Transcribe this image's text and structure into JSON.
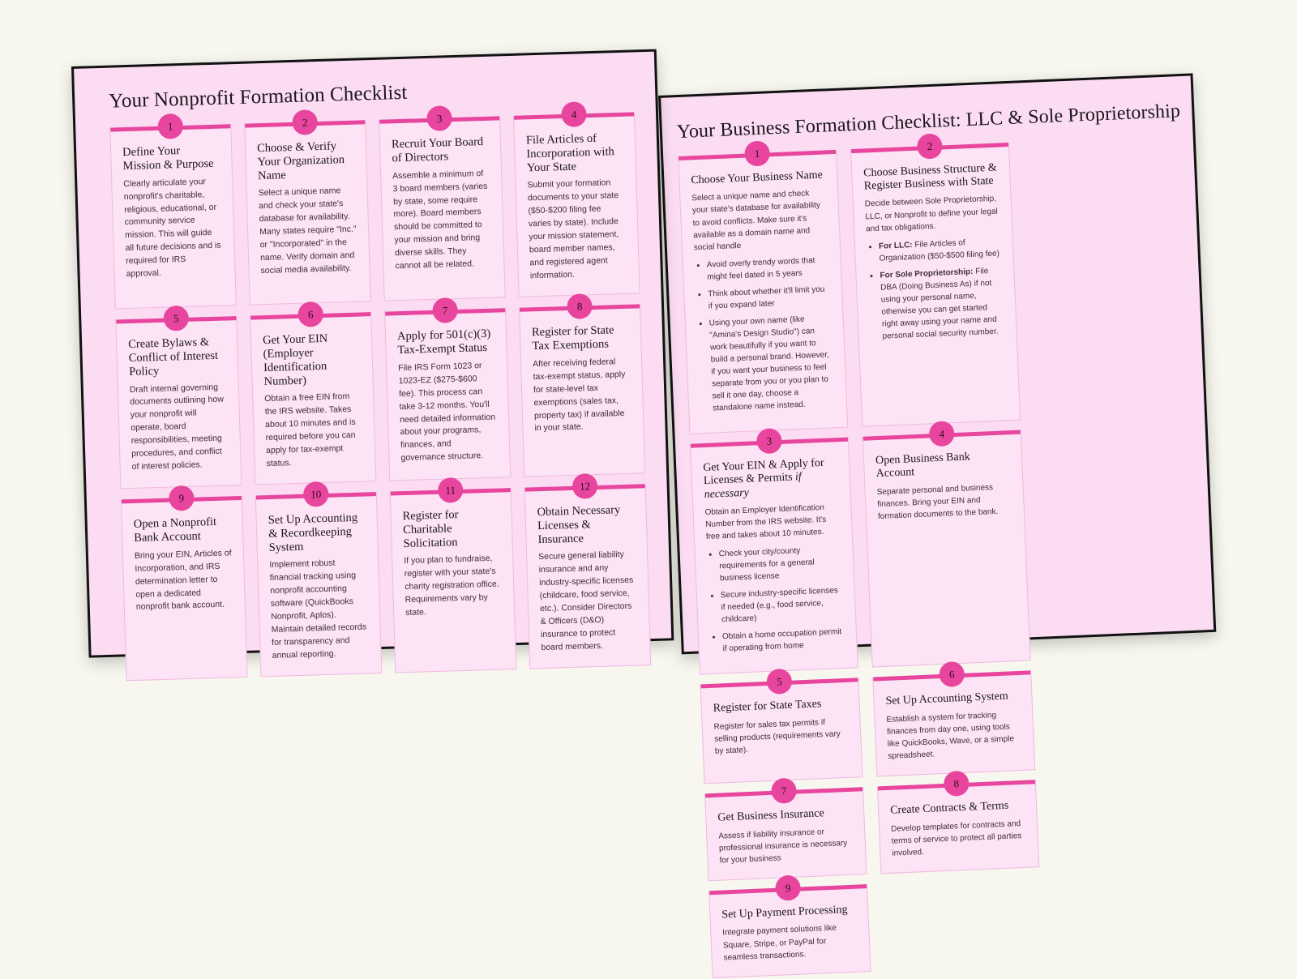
{
  "canvas": {
    "background_color": "#f7f7ef",
    "sheet_background": "#fbdcf2",
    "card_background": "#fce3f5",
    "accent_color": "#e8459e",
    "border_color": "#121212"
  },
  "nonprofit_sheet": {
    "title": "Your Nonprofit Formation Checklist",
    "cards": [
      {
        "number": "1",
        "title": "Define Your Mission & Purpose",
        "body": "Clearly articulate your nonprofit's charitable, religious, educational, or community service mission. This will guide all future decisions and is required for IRS approval."
      },
      {
        "number": "2",
        "title": "Choose & Verify Your Organization Name",
        "body": "Select a unique name and check your state's database for availability. Many states require \"Inc.\" or \"Incorporated\" in the name. Verify domain and social media availability."
      },
      {
        "number": "3",
        "title": "Recruit Your Board of Directors",
        "body": "Assemble a minimum of 3 board members (varies by state, some require more). Board members should be committed to your mission and bring diverse skills. They cannot all be related."
      },
      {
        "number": "4",
        "title": "File Articles of Incorporation with Your State",
        "body": "Submit your formation documents to your state ($50-$200 filing fee varies by state). Include your mission statement, board member names, and registered agent information."
      },
      {
        "number": "5",
        "title": "Create Bylaws & Conflict of Interest Policy",
        "body": "Draft internal governing documents outlining how your nonprofit will operate, board responsibilities, meeting procedures, and conflict of interest policies."
      },
      {
        "number": "6",
        "title": "Get Your EIN (Employer Identification Number)",
        "body": "Obtain a free EIN from the IRS website. Takes about 10 minutes and is required before you can apply for tax-exempt status."
      },
      {
        "number": "7",
        "title": "Apply for 501(c)(3) Tax-Exempt Status",
        "body": "File IRS Form 1023 or 1023-EZ ($275-$600 fee). This process can take 3-12 months. You'll need detailed information about your programs, finances, and governance structure."
      },
      {
        "number": "8",
        "title": "Register for State Tax Exemptions",
        "body": "After receiving federal tax-exempt status, apply for state-level tax exemptions (sales tax, property tax) if available in your state."
      },
      {
        "number": "9",
        "title": "Open a Nonprofit Bank Account",
        "body": "Bring your EIN, Articles of Incorporation, and IRS determination letter to open a dedicated nonprofit bank account."
      },
      {
        "number": "10",
        "title": "Set Up Accounting & Recordkeeping System",
        "body": "Implement robust financial tracking using nonprofit accounting software (QuickBooks Nonprofit, Aplos). Maintain detailed records for transparency and annual reporting."
      },
      {
        "number": "11",
        "title": "Register for Charitable Solicitation",
        "body": "If you plan to fundraise, register with your state's charity registration office. Requirements vary by state."
      },
      {
        "number": "12",
        "title": "Obtain Necessary Licenses & Insurance",
        "body": "Secure general liability insurance and any industry-specific licenses (childcare, food service, etc.). Consider Directors & Officers (D&O) insurance to protect board members."
      }
    ]
  },
  "business_sheet": {
    "title": "Your Business Formation Checklist: LLC & Sole Proprietorship",
    "cards": [
      {
        "number": "1",
        "title": "Choose Your Business Name",
        "body": "Select a unique name and check your state's database for availability to avoid conflicts. Make sure it's available as a domain name and social handle",
        "bullets": [
          "Avoid overly trendy words that might feel dated in 5 years",
          "Think about whether it'll limit you if you expand later",
          "Using your own name (like \"Amina's Design Studio\") can work beautifully if you want to build a personal brand. However, if you want your business to feel separate from you or you plan to sell it one day, choose a standalone name instead."
        ]
      },
      {
        "number": "2",
        "title": "Choose Business Structure & Register Business with State",
        "body": "Decide between Sole Proprietorship, LLC, or Nonprofit to define your legal and tax obligations.",
        "bullets_rich": [
          {
            "lead": "For LLC:",
            "text": " File Articles of Organization ($50-$500 filing fee)"
          },
          {
            "lead": "For Sole Proprietorship:",
            "text": " File DBA (Doing Business As) if not using your personal name, otherwise you can get started right away using your name and personal social security number."
          }
        ]
      },
      {
        "number": "3",
        "title_pre": "Get Your EIN & Apply for Licenses & Permits ",
        "title_em": "if necessary",
        "body": "Obtain an Employer Identification Number from the IRS website. It's free and takes about 10 minutes.",
        "bullets": [
          "Check your city/county requirements for a general business license",
          "Secure industry-specific licenses if needed (e.g., food service, childcare)",
          "Obtain a home occupation permit if operating from home"
        ]
      },
      {
        "number": "4",
        "title": "Open Business Bank Account",
        "body": "Separate personal and business finances. Bring your EIN and formation documents to the bank."
      },
      {
        "number": "5",
        "title": "Register for State Taxes",
        "body": "Register for sales tax permits if selling products (requirements vary by state)."
      },
      {
        "number": "6",
        "title": "Set Up Accounting System",
        "body": "Establish a system for tracking finances from day one, using tools like QuickBooks, Wave, or a simple spreadsheet."
      },
      {
        "number": "7",
        "title": "Get Business Insurance",
        "body": "Assess if liability insurance or professional insurance is necessary for your business"
      },
      {
        "number": "8",
        "title": "Create Contracts & Terms",
        "body": "Develop templates for contracts and terms of service to protect all parties involved."
      },
      {
        "number": "9",
        "title": "Set Up Payment Processing",
        "body": "Integrate payment solutions like Square, Stripe, or PayPal for seamless transactions."
      }
    ]
  }
}
